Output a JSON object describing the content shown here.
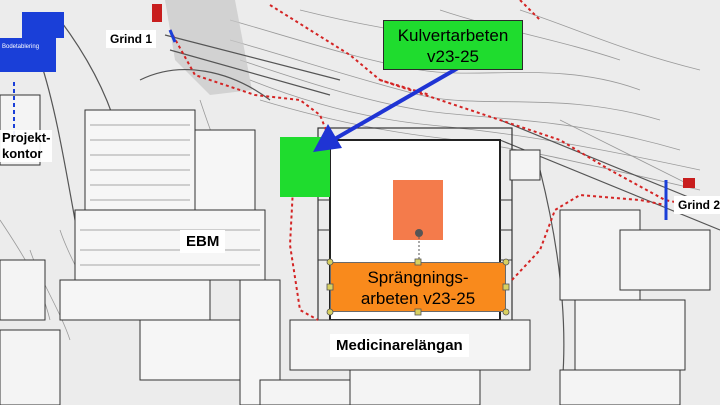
{
  "map": {
    "labels": {
      "grind_1": "Grind 1",
      "grind_2": "Grind 2",
      "ebm": "EBM",
      "medicinarelangan": "Medicinarelängan",
      "projektkontor_line1": "Projekt-",
      "projektkontor_line2": "kontor",
      "bodetablering": "Bodetablering"
    },
    "callouts": {
      "kulvert_line1": "Kulvertarbeten",
      "kulvert_line2": "v23-25",
      "sprang_line1": "Sprängnings-",
      "sprang_line2": "arbeten v23-25"
    },
    "colors": {
      "kulvert_fill": "#1fdc2e",
      "green_square": "#1fdc2e",
      "sprang_fill": "#f98a1c",
      "orange_square": "#f47b4b",
      "arrow": "#1f34d4",
      "blue_building": "#1a3fd8",
      "route_dots": "#d42424"
    }
  }
}
